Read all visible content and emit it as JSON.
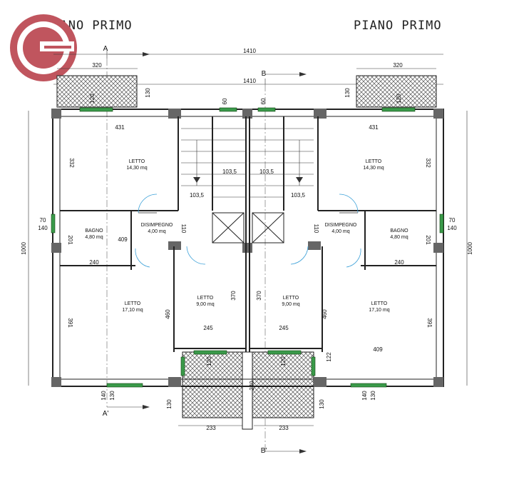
{
  "titles": {
    "left": "PIANO PRIMO",
    "right": "PIANO PRIMO"
  },
  "logo": {
    "icon": "g-letter-logo-icon",
    "color": "#c0555e"
  },
  "sections": {
    "a_top": "A",
    "a_bottom": "A'",
    "b_top": "B",
    "b_bottom": "B'"
  },
  "rooms": {
    "letto_tl": {
      "name": "LETTO",
      "area": "14,30 mq"
    },
    "letto_tr": {
      "name": "LETTO",
      "area": "14,30 mq"
    },
    "bagno_l": {
      "name": "BAGNO",
      "area": "4,80 mq"
    },
    "bagno_r": {
      "name": "BAGNO",
      "area": "4,80 mq"
    },
    "disimpegno_l": {
      "name": "DISIMPEGNO",
      "area": "4,00 mq"
    },
    "disimpegno_r": {
      "name": "DISIMPEGNO",
      "area": "4,00 mq"
    },
    "letto_bl": {
      "name": "LETTO",
      "area": "17,10 mq"
    },
    "letto_br": {
      "name": "LETTO",
      "area": "17,10 mq"
    },
    "letto_cl": {
      "name": "LETTO",
      "area": "9,00 mq"
    },
    "letto_cr": {
      "name": "LETTO",
      "area": "9,00 mq"
    }
  },
  "dims": {
    "total_top": "1410",
    "total_inner": "1410",
    "balcony_tl": "320",
    "balcony_tr": "320",
    "height_l": "1000",
    "height_r": "1000",
    "win_130_tl": "130",
    "win_130_tr": "130",
    "win_120_tl": "120",
    "win_120_tr": "120",
    "win_60_l": "60",
    "win_60_r": "60",
    "room_431_l": "431",
    "room_431_r": "431",
    "room_332_l": "332",
    "room_332_r": "332",
    "stair_1035_a": "103,5",
    "stair_1035_b": "103,5",
    "stair_1035_c": "103,5",
    "stair_1035_d": "103,5",
    "win_70_l": "70",
    "win_140_l": "140",
    "win_70_r": "70",
    "win_140_r": "140",
    "bath_201_l": "201",
    "bath_201_r": "201",
    "bath_240_l": "240",
    "bath_240_r": "240",
    "door_110_l": "110",
    "door_110_r": "110",
    "room_409_l": "409",
    "room_409_r": "409",
    "room_391_l": "391",
    "room_391_r": "391",
    "room_370_l": "370",
    "room_370_r": "370",
    "room_460_l": "460",
    "room_460_r": "460",
    "room_245_l": "245",
    "room_245_r": "245",
    "win_140_bl": "140",
    "win_130_bl": "130",
    "win_140_br": "140",
    "win_130_br": "130",
    "bal_130_l": "130",
    "bal_130_r": "130",
    "bal_233_l": "233",
    "bal_233_r": "233",
    "bal_122": "122",
    "bal_240": "240",
    "bal_120_l": "120",
    "bal_120_r": "120"
  }
}
